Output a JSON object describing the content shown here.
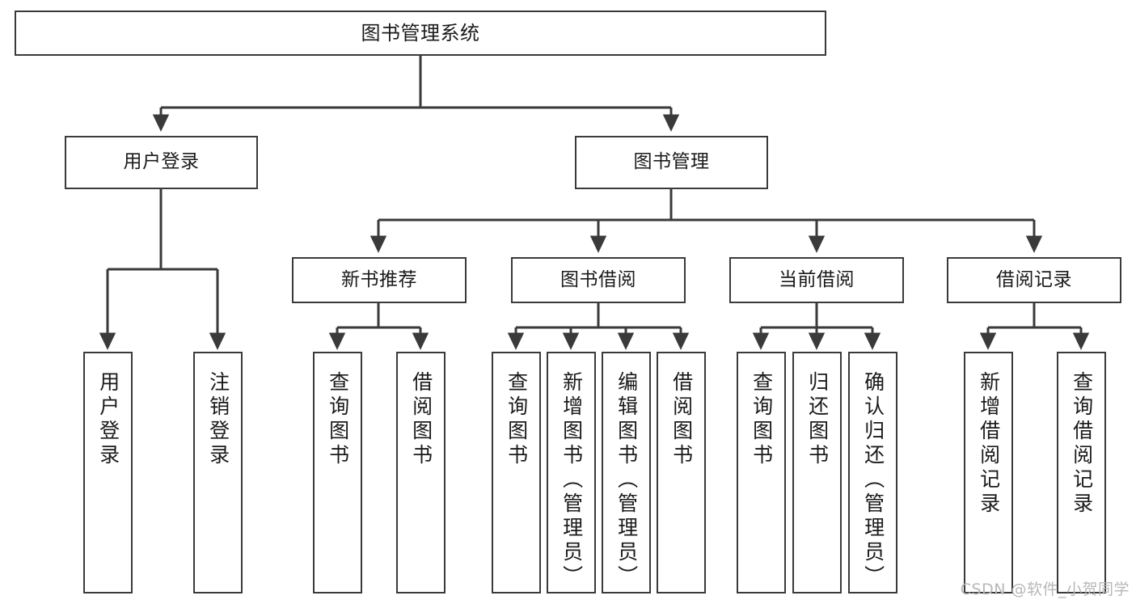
{
  "diagram": {
    "type": "tree",
    "title": "图书管理系统",
    "watermark": "CSDN @软件_小贺同学",
    "colors": {
      "box_border": "#3a3a3a",
      "box_fill": "#ffffff",
      "edge": "#3a3a3a",
      "text": "#1a1a1a",
      "watermark": "#b7b7b7"
    },
    "nodes": {
      "root": {
        "label": "图书管理系统"
      },
      "level2": [
        {
          "id": "user-login",
          "label": "用户登录"
        },
        {
          "id": "book-manage",
          "label": "图书管理"
        }
      ],
      "level3": [
        {
          "id": "new-book-rec",
          "label": "新书推荐"
        },
        {
          "id": "book-borrow",
          "label": "图书借阅"
        },
        {
          "id": "current-borrow",
          "label": "当前借阅"
        },
        {
          "id": "borrow-record",
          "label": "借阅记录"
        }
      ],
      "leaves": {
        "user-login": [
          {
            "id": "leaf-user-login",
            "label": "用户登录"
          },
          {
            "id": "leaf-logout",
            "label": "注销登录"
          }
        ],
        "new-book-rec": [
          {
            "id": "leaf-query-book-1",
            "label": "查询图书"
          },
          {
            "id": "leaf-borrow-book-1",
            "label": "借阅图书"
          }
        ],
        "book-borrow": [
          {
            "id": "leaf-query-book-2",
            "label": "查询图书"
          },
          {
            "id": "leaf-add-book",
            "label": "新增图书（管理员）"
          },
          {
            "id": "leaf-edit-book",
            "label": "编辑图书（管理员）"
          },
          {
            "id": "leaf-borrow-book-2",
            "label": "借阅图书"
          }
        ],
        "current-borrow": [
          {
            "id": "leaf-query-book-3",
            "label": "查询图书"
          },
          {
            "id": "leaf-return-book",
            "label": "归还图书"
          },
          {
            "id": "leaf-confirm-return",
            "label": "确认归还（管理员）"
          }
        ],
        "borrow-record": [
          {
            "id": "leaf-add-record",
            "label": "新增借阅记录"
          },
          {
            "id": "leaf-query-record",
            "label": "查询借阅记录"
          }
        ]
      }
    }
  }
}
